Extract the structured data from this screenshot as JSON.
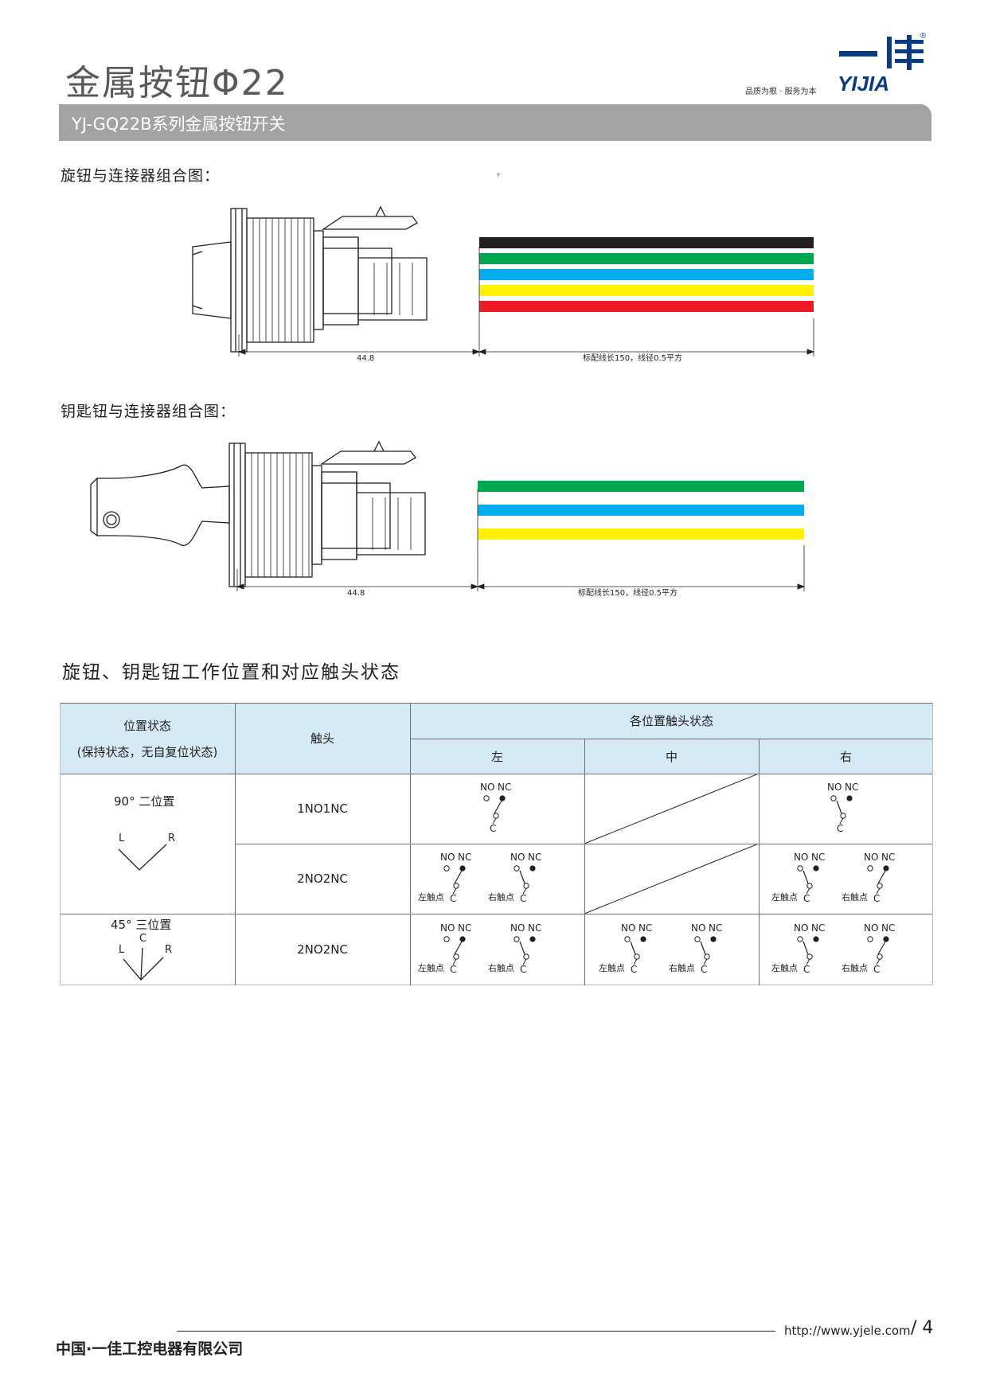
{
  "header": {
    "title": "金属按钮Φ22",
    "subtitle": "YJ-GQ22B系列金属按钮开关",
    "slogan": "品质为根 · 服务为本",
    "logo_text": "YIJIA",
    "logo_registered": "®"
  },
  "colors": {
    "band": "#a3a3a4",
    "table_header": "#d6eaf6",
    "wire_black": "#231f20",
    "wire_green": "#00a650",
    "wire_blue": "#00aeef",
    "wire_yellow": "#fff200",
    "wire_red": "#ed1c24"
  },
  "knob_section": {
    "title": "旋钮与连接器组合图：",
    "stray_mark": "。",
    "dim_body": "44.8",
    "dim_wire": "标配线长150，线径0.5平方",
    "wires": [
      "black",
      "green",
      "blue",
      "yellow",
      "red"
    ]
  },
  "key_section": {
    "title": "钥匙钮与连接器组合图：",
    "dim_body": "44.8",
    "dim_wire": "标配线长150，线径0.5平方",
    "wires": [
      "green",
      "blue",
      "yellow"
    ]
  },
  "positions_section": {
    "title": "旋钮、钥匙钮工作位置和对应触头状态"
  },
  "table": {
    "header": {
      "position_line1": "位置状态",
      "position_line2": "(保持状态，无自复位状态)",
      "contacts": "触头",
      "states": "各位置触头状态",
      "left": "左",
      "middle": "中",
      "right": "右"
    },
    "row1": {
      "position": "90° 二位置",
      "L": "L",
      "R": "R",
      "contacts_a": "1NO1NC",
      "contacts_b": "2NO2NC"
    },
    "row2": {
      "position": "45° 三位置",
      "L": "L",
      "C": "C",
      "R": "R",
      "contacts": "2NO2NC"
    },
    "symbol": {
      "no": "NO",
      "nc": "NC",
      "c": "C",
      "left_contact": "左触点",
      "right_contact": "右触点"
    }
  },
  "footer": {
    "company": "中国·一佳工控电器有限公司",
    "url": "http://www.yjele.com",
    "page": "/ 4"
  }
}
